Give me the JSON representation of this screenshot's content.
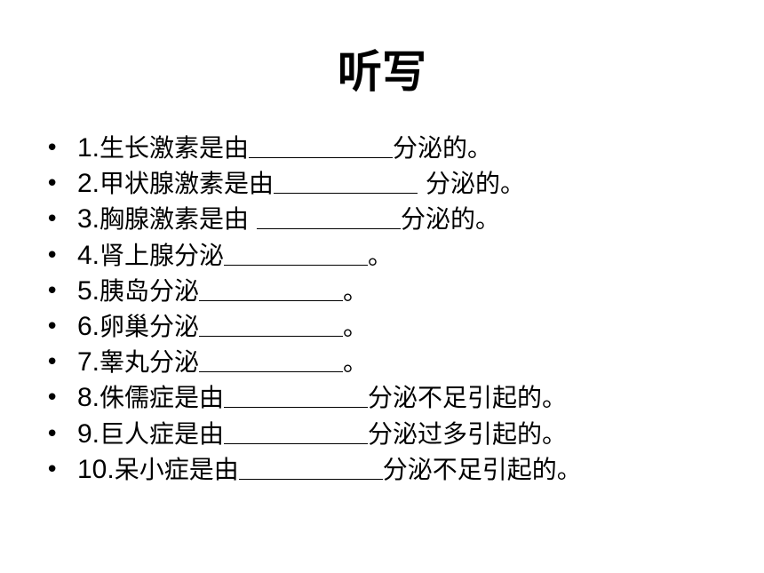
{
  "title": "听写",
  "items": [
    {
      "number": "1.",
      "before": "生长激素是由",
      "blank": "",
      "after": "分泌的。",
      "gap_before": false
    },
    {
      "number": "2.",
      "before": "甲状腺激素是由",
      "blank": "",
      "after": " 分泌的。",
      "gap_before": false
    },
    {
      "number": "3.",
      "before": "胸腺激素是由",
      "blank": "",
      "after": "分泌的。",
      "gap_before": true
    },
    {
      "number": "4.",
      "before": "肾上腺分泌",
      "blank": "",
      "after": "。",
      "gap_before": false
    },
    {
      "number": "5.",
      "before": "胰岛分泌",
      "blank": "",
      "after": "。",
      "gap_before": false
    },
    {
      "number": "6.",
      "before": "卵巢分泌",
      "blank": "",
      "after": "。",
      "gap_before": false
    },
    {
      "number": "7.",
      "before": "睾丸分泌",
      "blank": "",
      "after": "。",
      "gap_before": false
    },
    {
      "number": "8.",
      "before": "侏儒症是由",
      "blank": "",
      "after": "分泌不足引起的。",
      "gap_before": false
    },
    {
      "number": "9.",
      "before": "巨人症是由",
      "blank": "",
      "after": "分泌过多引起的。",
      "gap_before": false
    },
    {
      "number": "10.",
      "before": "呆小症是由",
      "blank": "",
      "after": "分泌不足引起的。",
      "gap_before": false
    }
  ],
  "bullet": "•"
}
